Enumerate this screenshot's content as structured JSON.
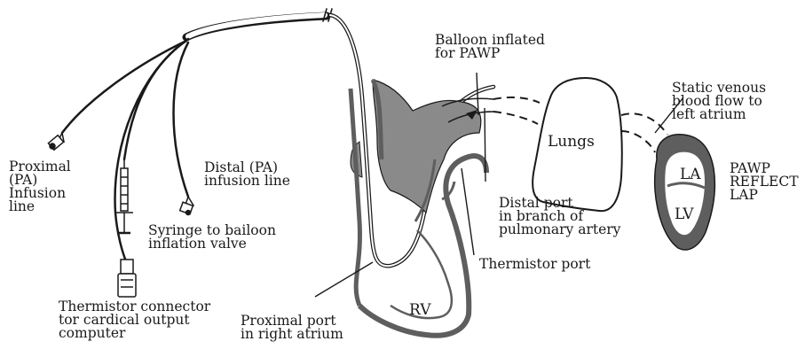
{
  "labels": {
    "proximal_pa": "Proximal\n(PA)\nInfusion\nline",
    "distal_pa": "Distal (PA)\ninfusion line",
    "syringe": "Syringe to bailoon\ninflation valve",
    "thermistor_connector": "Thermistor connector\ntor cardical output\ncomputer",
    "proximal_port": "Proximal port\nin right atrium",
    "balloon": "Balloon inflated\nfor PAWP",
    "distal_port": "Distal port\nin branch of\npulmonary artery",
    "thermistor_port": "Thermistor port",
    "lungs": "Lungs",
    "static_venous": "Static venous\nblood flow to\nleft atrium",
    "pawp": "PAWP\nREFLECT\nLAP",
    "rv": "RV",
    "la": "LA",
    "lv": "LV"
  },
  "colors": {
    "ink": "#1a1a1a",
    "tissue": "#8a8a8a",
    "wall": "#5e5e5e"
  }
}
